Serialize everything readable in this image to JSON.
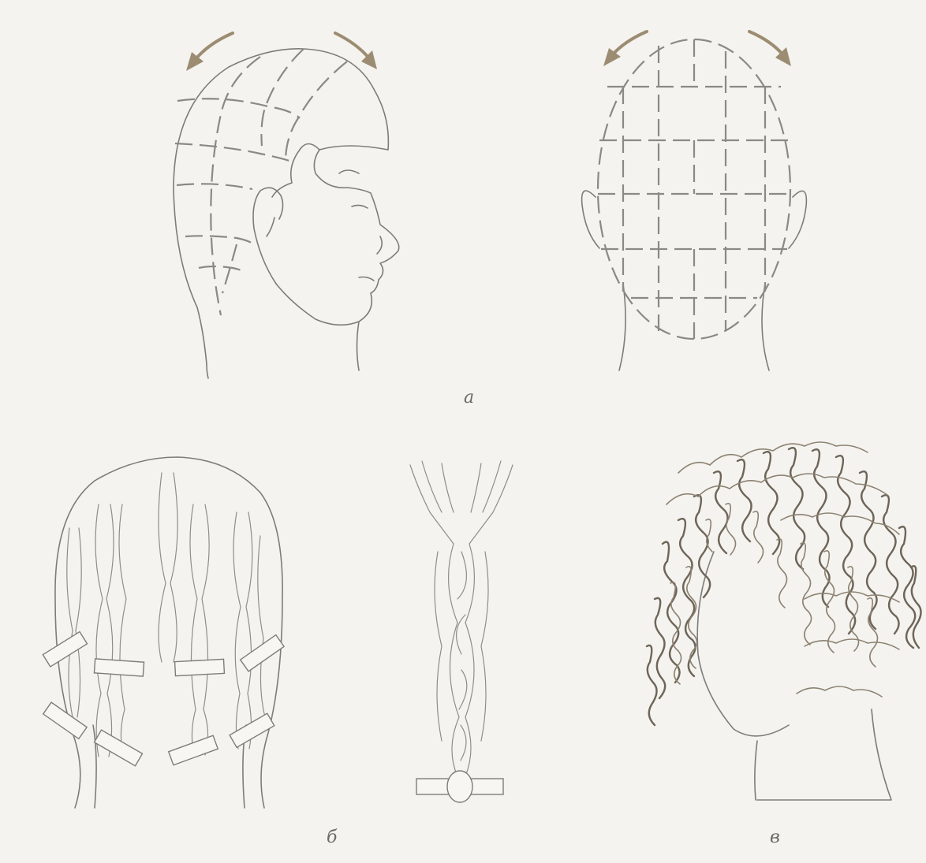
{
  "panels": [
    {
      "id": "a",
      "label": "а"
    },
    {
      "id": "b",
      "label": "б"
    },
    {
      "id": "v",
      "label": "в"
    }
  ],
  "colors": {
    "line": "#7d7c78",
    "arrow": "#9c8c72",
    "curl": "#6e6558",
    "background": "#f4f3ef"
  }
}
